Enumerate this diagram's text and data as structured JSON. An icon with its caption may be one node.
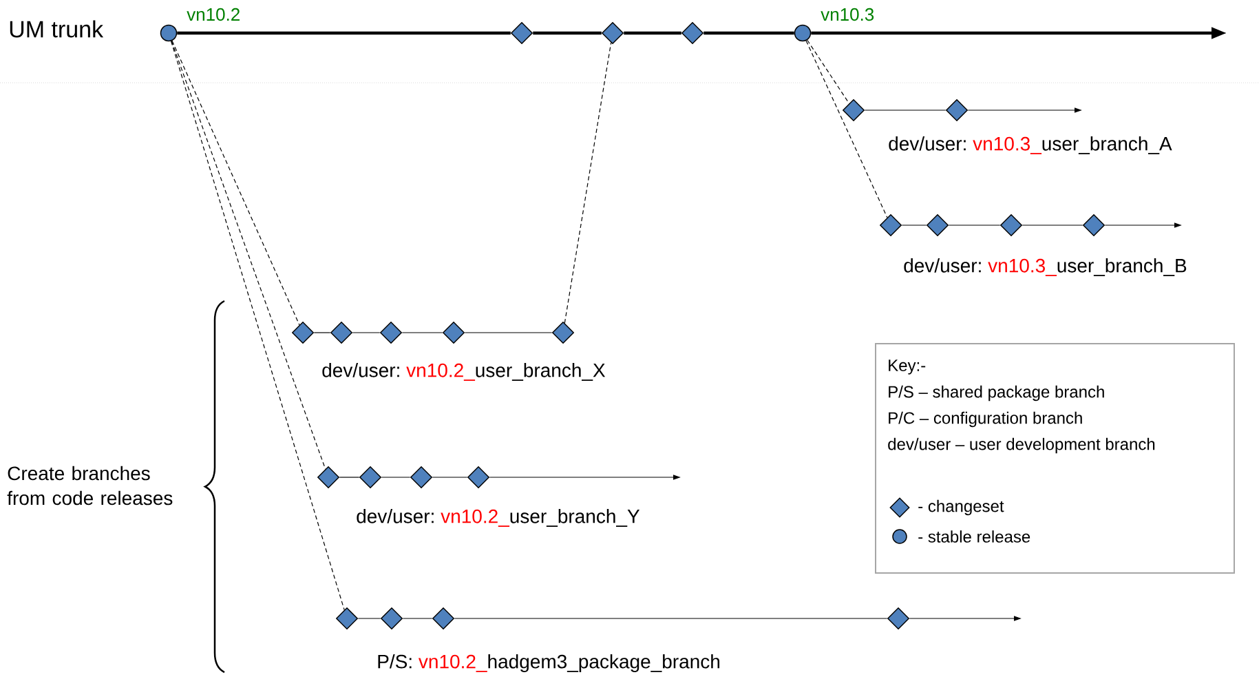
{
  "diagram": {
    "nodes": [
      {
        "text": [],
        "shape": "circle",
        "beside": [
          "vn10.2"
        ]
      },
      {
        "text": [],
        "shape": "diamond"
      },
      {
        "text": [],
        "shape": "diamond"
      },
      {
        "text": [],
        "shape": "diamond"
      },
      {
        "text": [],
        "shape": "circle",
        "beside": [
          "vn10.3"
        ]
      },
      {
        "text": [],
        "shape": "diamond"
      },
      {
        "text": [],
        "shape": "diamond"
      },
      {
        "text": [],
        "shape": "diamond"
      },
      {
        "text": [],
        "shape": "diamond"
      },
      {
        "text": [],
        "shape": "diamond"
      },
      {
        "text": [],
        "shape": "diamond"
      },
      {
        "text": [],
        "shape": "diamond"
      },
      {
        "text": [],
        "shape": "diamond"
      },
      {
        "text": [],
        "shape": "diamond"
      },
      {
        "text": [],
        "shape": "diamond"
      },
      {
        "text": [],
        "shape": "diamond"
      },
      {
        "text": [],
        "shape": "diamond"
      },
      {
        "text": [],
        "shape": "diamond"
      },
      {
        "text": [],
        "shape": "diamond"
      },
      {
        "text": [],
        "shape": "diamond"
      },
      {
        "text": [],
        "shape": "diamond"
      },
      {
        "text": [],
        "shape": "diamond"
      },
      {
        "text": [],
        "shape": "diamond"
      },
      {
        "text": [],
        "shape": "diamond"
      }
    ],
    "edges": [
      {
        "from": 0,
        "to": 1,
        "arrow": "none",
        "style": "thick"
      },
      {
        "from": 1,
        "to": 2,
        "arrow": "none",
        "style": "thick"
      },
      {
        "from": 2,
        "to": 3,
        "arrow": "none",
        "style": "thick"
      },
      {
        "from": 3,
        "to": 4,
        "arrow": "none",
        "style": "thick"
      },
      {
        "from": 4,
        "to": null,
        "arrow": "to",
        "style": "thick"
      },
      {
        "from": 4,
        "to": 5,
        "arrow": "none",
        "style": "dashed"
      },
      {
        "from": 5,
        "to": 6,
        "arrow": "none"
      },
      {
        "from": 6,
        "to": null,
        "arrow": "to"
      },
      {
        "from": 4,
        "to": 7,
        "arrow": "none",
        "style": "dashed"
      },
      {
        "from": 7,
        "to": 8,
        "arrow": "none"
      },
      {
        "from": 8,
        "to": 9,
        "arrow": "none"
      },
      {
        "from": 9,
        "to": 10,
        "arrow": "none"
      },
      {
        "from": 10,
        "to": null,
        "arrow": "to"
      },
      {
        "from": 0,
        "to": 11,
        "arrow": "none",
        "style": "dashed"
      },
      {
        "from": 11,
        "to": 12,
        "arrow": "none"
      },
      {
        "from": 12,
        "to": 13,
        "arrow": "none"
      },
      {
        "from": 13,
        "to": 14,
        "arrow": "none"
      },
      {
        "from": 14,
        "to": 15,
        "arrow": "none"
      },
      {
        "from": 15,
        "to": 2,
        "arrow": "none",
        "style": "dashed"
      },
      {
        "from": 0,
        "to": 16,
        "arrow": "none",
        "style": "dashed"
      },
      {
        "from": 16,
        "to": 17,
        "arrow": "none"
      },
      {
        "from": 17,
        "to": 18,
        "arrow": "none"
      },
      {
        "from": 18,
        "to": 19,
        "arrow": "none"
      },
      {
        "from": 19,
        "to": null,
        "arrow": "to"
      },
      {
        "from": 0,
        "to": 20,
        "arrow": "none",
        "style": "dashed"
      },
      {
        "from": 20,
        "to": 21,
        "arrow": "none"
      },
      {
        "from": 21,
        "to": 22,
        "arrow": "none"
      },
      {
        "from": 22,
        "to": 23,
        "arrow": "none"
      },
      {
        "from": 23,
        "to": null,
        "arrow": "to"
      }
    ],
    "labels": [
      "UM trunk",
      "dev/user:",
      "vn10.3_",
      "user_branch_A",
      "dev/user:",
      "vn10.3_",
      "user_branch_B",
      "dev/user:",
      "vn10.2_",
      "user_branch_X",
      "dev/user:",
      "vn10.2_",
      "user_branch_Y",
      "P/S:",
      "vn10.2_",
      "hadgem3_package_branch",
      "Create branches from code releases",
      "Key:-"
    ],
    "legend": [
      {
        "text": "P/S – shared package branch"
      },
      {
        "text": "P/C – configuration branch"
      },
      {
        "text": "dev/user – user development branch"
      },
      {
        "text": "- changeset"
      },
      {
        "text": "- stable release"
      }
    ]
  }
}
